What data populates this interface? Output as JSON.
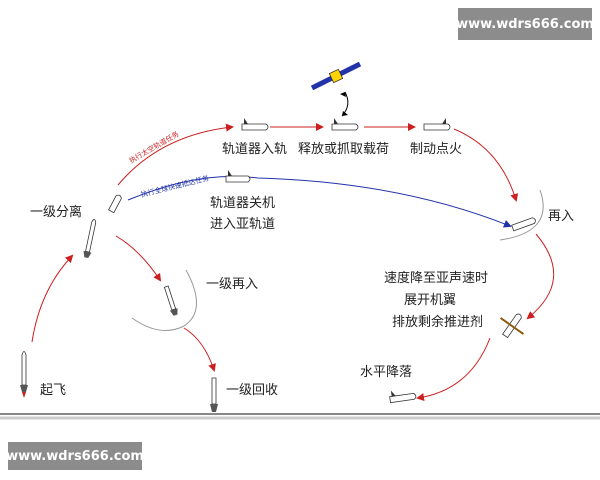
{
  "watermark": {
    "top": "www.wdrs666.com",
    "bottom": "www.wdrs666.com"
  },
  "labels": {
    "takeoff": "起飞",
    "stage_separation": "一级分离",
    "stage_reentry": "一级再入",
    "stage_recovery": "一级回收",
    "orbiter_enter_orbit": "轨道器入轨",
    "release_capture_payload": "释放或抓取载荷",
    "brake_ignition": "制动点火",
    "orbiter_shutdown": "轨道器关机",
    "enter_suborbit": "进入亚轨道",
    "reentry": "再入",
    "slow_down": "速度降至亚声速时",
    "deploy_wings": "展开机翼",
    "vent_propellant": "排放剩余推进剂",
    "horizontal_landing": "水平降落",
    "path_orbital_mission": "执行太空轨道任务",
    "path_global_mission": "执行全球快速抵达任务"
  },
  "colors": {
    "red_path": "#cc1f1f",
    "blue_path": "#2233aa",
    "ground": "#888888"
  }
}
